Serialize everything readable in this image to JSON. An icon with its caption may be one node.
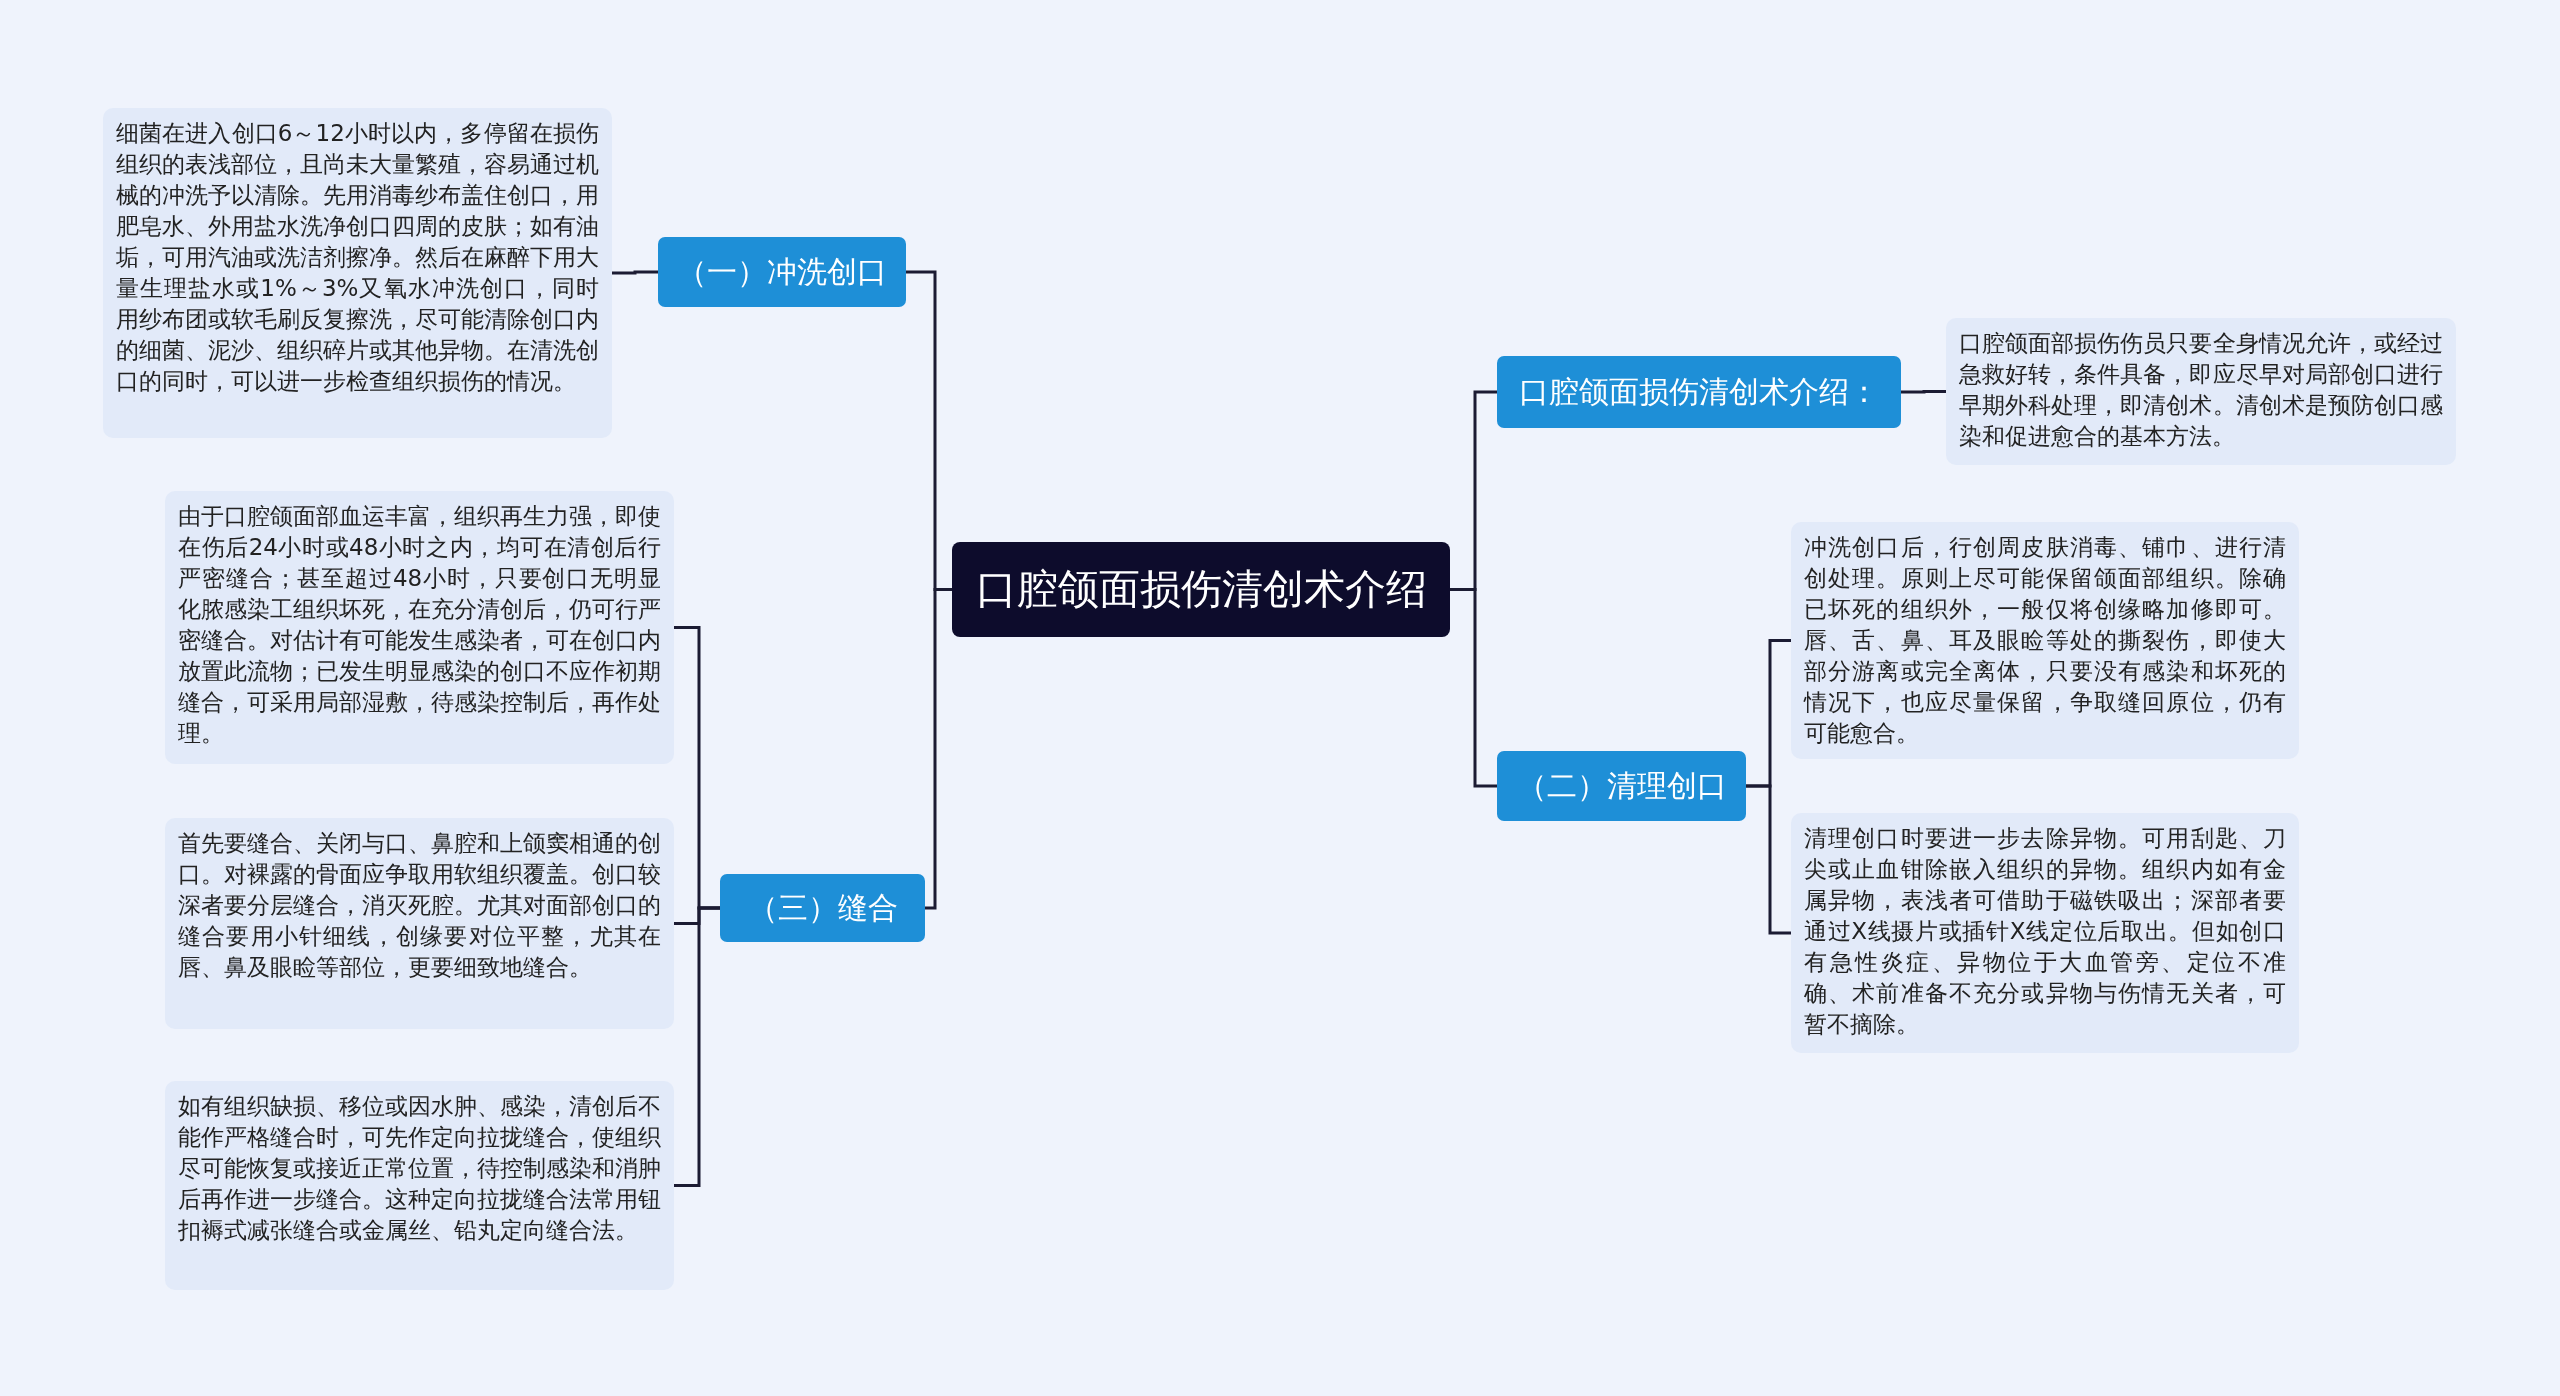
{
  "diagram": {
    "nodes": [
      {
        "text": [
          "口腔颌面损伤清创术介绍"
        ]
      },
      {
        "text": [
          "（一）冲洗创口"
        ]
      },
      {
        "text": [
          "细菌在进入创口6～12小时以内，多停留在损伤组织的表浅部位，且尚未大量繁殖，容易通过机械的冲洗予以清除。先用消毒纱布盖住创口，用肥皂水、外用盐水洗净创口四周的皮肤；如有油垢，可用汽油或洗洁剂擦净。然后在麻醉下用大量生理盐水或1%～3%又氧水冲洗创口，同时用纱布团或软毛刷反复擦洗，尽可能清除创口内的细菌、泥沙、组织碎片或其他异物。在清洗创口的同时，可以进一步检查组织损伤的情况。"
        ]
      },
      {
        "text": [
          "（三）缝合"
        ]
      },
      {
        "text": [
          "由于口腔颌面部血运丰富，组织再生力强，即使在伤后24小时或48小时之内，均可在清创后行严密缝合；甚至超过48小时，只要创口无明显化脓感染工组织坏死，在充分清创后，仍可行严密缝合。对估计有可能发生感染者，可在创口内放置此流物；已发生明显感染的创口不应作初期缝合，可采用局部湿敷，待感染控制后，再作处理。"
        ]
      },
      {
        "text": [
          "首先要缝合、关闭与口、鼻腔和上颌窦相通的创口。对裸露的骨面应争取用软组织覆盖。创口较深者要分层缝合，消灭死腔。尤其对面部创口的缝合要用小针细线，创缘要对位平整，尤其在唇、鼻及眼睑等部位，更要细致地缝合。"
        ]
      },
      {
        "text": [
          "如有组织缺损、移位或因水肿、感染，清创后不能作严格缝合时，可先作定向拉拢缝合，使组织尽可能恢复或接近正常位置，待控制感染和消肿后再作进一步缝合。这种定向拉拢缝合法常用钮扣褥式减张缝合或金属丝、铅丸定向缝合法。"
        ]
      },
      {
        "text": [
          "口腔颌面损伤清创术介绍："
        ]
      },
      {
        "text": [
          "口腔颌面部损伤伤员只要全身情况允许，或经过急救好转，条件具备，即应尽早对局部创口进行早期外科处理，即清创术。清创术是预防创口感染和促进愈合的基本方法。"
        ]
      },
      {
        "text": [
          "（二）清理创口"
        ]
      },
      {
        "text": [
          "冲洗创口后，行创周皮肤消毒、铺巾、进行清创处理。原则上尽可能保留颌面部组织。除确已坏死的组织外，一般仅将创缘略加修即可。唇、舌、鼻、耳及眼睑等处的撕裂伤，即使大部分游离或完全离体，只要没有感染和坏死的情况下，也应尽量保留，争取缝回原位，仍有可能愈合。"
        ]
      },
      {
        "text": [
          "清理创口时要进一步去除异物。可用刮匙、刀尖或止血钳除嵌入组织的异物。组织内如有金属异物，表浅者可借助于磁铁吸出；深部者要通过X线摄片或插针X线定位后取出。但如创口有急性炎症、异物位于大血管旁、定位不准确、术前准备不充分或异物与伤情无关者，可暂不摘除。"
        ]
      }
    ],
    "edges": [
      {
        "from": 0,
        "to": 1,
        "arrow": "none"
      },
      {
        "from": 1,
        "to": 2,
        "arrow": "none"
      },
      {
        "from": 0,
        "to": 3,
        "arrow": "none"
      },
      {
        "from": 3,
        "to": 4,
        "arrow": "none"
      },
      {
        "from": 3,
        "to": 5,
        "arrow": "none"
      },
      {
        "from": 3,
        "to": 6,
        "arrow": "none"
      },
      {
        "from": 0,
        "to": 7,
        "arrow": "none"
      },
      {
        "from": 7,
        "to": 8,
        "arrow": "none"
      },
      {
        "from": 0,
        "to": 9,
        "arrow": "none"
      },
      {
        "from": 9,
        "to": 10,
        "arrow": "none"
      },
      {
        "from": 9,
        "to": 11,
        "arrow": "none"
      }
    ]
  }
}
